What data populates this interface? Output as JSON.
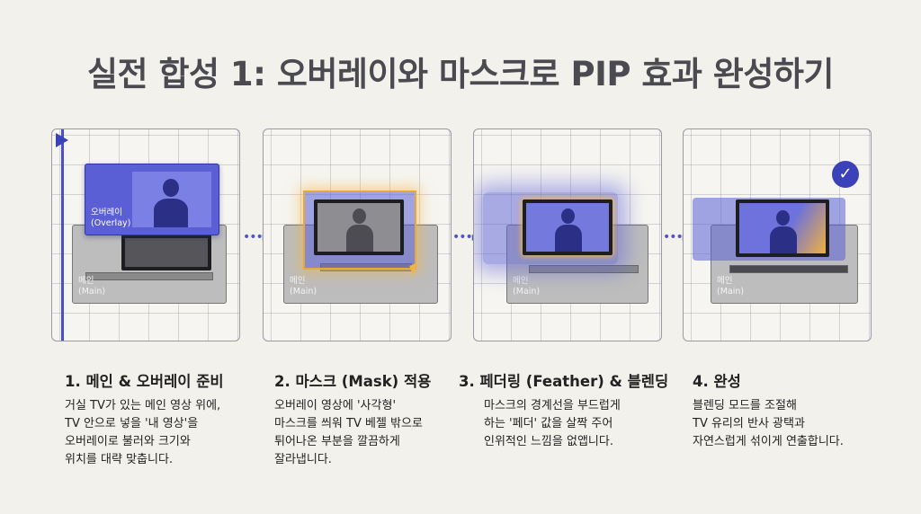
{
  "title": "실전 합성 1: 오버레이와 마스크로 PIP 효과 완성하기",
  "panel1": {
    "overlay_label_ko": "오버레이",
    "overlay_label_en": "(Overlay)",
    "main_label_ko": "메인",
    "main_label_en": "(Main)"
  },
  "panel2": {
    "main_label_ko": "메인",
    "main_label_en": "(Main)"
  },
  "panel3": {
    "main_label_ko": "메인",
    "main_label_en": "(Main)"
  },
  "panel4": {
    "main_label_ko": "메인",
    "main_label_en": "(Main)",
    "check_glyph": "✓"
  },
  "arrows": "•••▸",
  "steps": [
    {
      "title": "1. 메인 & 오버레이 준비",
      "desc": "거실 TV가 있는 메인 영상 위에,\nTV 안으로 넣을 '내 영상'을\n오버레이로 불러와 크기와\n위치를 대략 맞춥니다."
    },
    {
      "title": "2. 마스크 (Mask) 적용",
      "desc": "오버레이 영상에 '사각형'\n마스크를 씌워 TV 베젤 밖으로\n튀어나온 부분을 깔끔하게\n잘라냅니다."
    },
    {
      "title": "3. 페더링 (Feather) & 블렌딩",
      "desc": "마스크의 경계선을 부드럽게\n하는 '페더' 값을 살짝 주어\n인위적인 느낌을 없앱니다."
    },
    {
      "title": "4. 완성",
      "desc": "블렌딩 모드를 조절해\nTV 유리의 반사 광택과\n자연스럽게 섞이게 연출합니다."
    }
  ],
  "colors": {
    "accent": "#3b41b8",
    "overlay": "#5a5fd6",
    "glow_orange": "#f2b544",
    "background": "#f2f1ec"
  }
}
